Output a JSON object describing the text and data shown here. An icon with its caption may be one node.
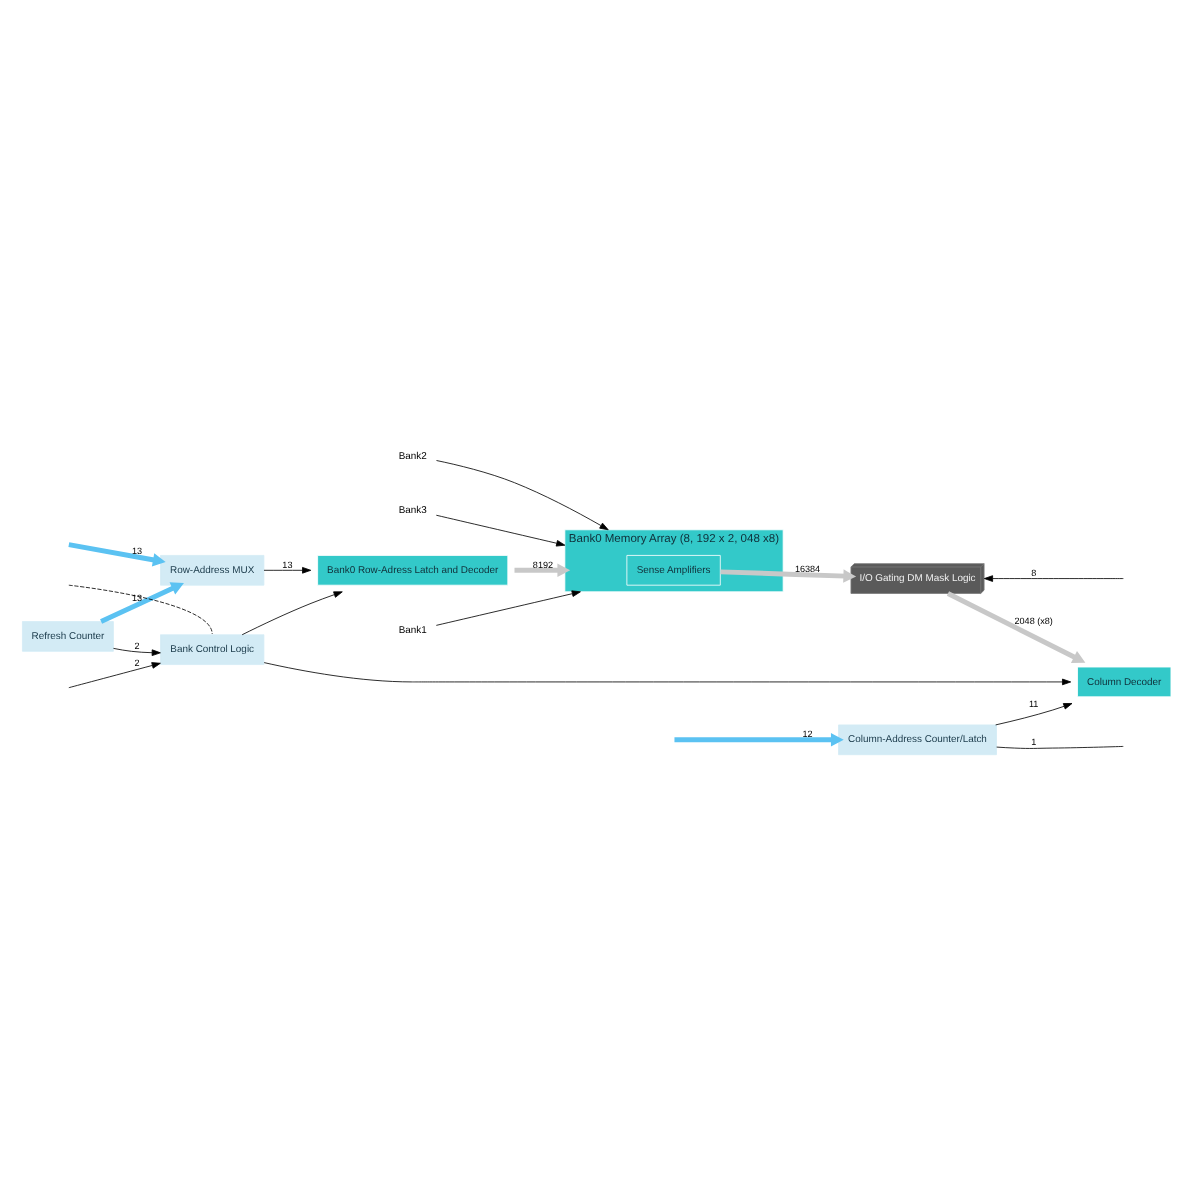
{
  "diagram": {
    "nodes": [
      {
        "text": [
          "Refresh Counter"
        ]
      },
      {
        "text": [
          "Row-Address MUX"
        ]
      },
      {
        "text": [
          "Bank0 Row-Adress Latch and Decoder"
        ]
      },
      {
        "text": [
          "Bank0 Memory Array (8, 192 x 2, 048 x8)"
        ]
      },
      {
        "text": [
          "Sense Amplifiers"
        ],
        "in": 3
      },
      {
        "text": [
          "I/O Gating DM Mask Logic"
        ]
      },
      {
        "text": [
          "Bank Control Logic"
        ]
      },
      {
        "text": [
          "Column Decoder"
        ]
      },
      {
        "text": [
          "Column-Address Counter/Latch"
        ]
      },
      {
        "text": [
          "Bank1"
        ]
      },
      {
        "text": [
          "Bank2"
        ]
      },
      {
        "text": [
          "Bank3"
        ]
      }
    ],
    "edges": [
      {
        "from": 0,
        "to": 1,
        "label": "13",
        "arrow": "to",
        "style": "thick",
        "color": "#5bc2f2"
      },
      {
        "from": null,
        "to": 1,
        "label": "13",
        "arrow": "to",
        "style": "thick",
        "color": "#5bc2f2"
      },
      {
        "from": 1,
        "to": 2,
        "label": "13",
        "arrow": "to"
      },
      {
        "from": 0,
        "to": 6,
        "label": "2",
        "arrow": "to"
      },
      {
        "from": 6,
        "to": 2,
        "arrow": "to"
      },
      {
        "from": 2,
        "to": 3,
        "label": "8192",
        "arrow": "to",
        "style": "thick",
        "color": "#c8c8c8"
      },
      {
        "from": 4,
        "to": 5,
        "label": "16384",
        "arrow": "to",
        "style": "thick",
        "color": "#c8c8c8"
      },
      {
        "from": null,
        "to": 5,
        "label": "8",
        "arrow": "to"
      },
      {
        "from": 5,
        "to": 7,
        "label": "2048 (x8)",
        "arrow": "to",
        "style": "thick",
        "color": "#c8c8c8"
      },
      {
        "from": 6,
        "to": 7,
        "arrow": "to"
      },
      {
        "from": null,
        "to": 6,
        "arrow": "none",
        "style": "dashed"
      },
      {
        "from": null,
        "to": 6,
        "label": "2",
        "arrow": "to"
      },
      {
        "from": null,
        "to": 8,
        "label": "12",
        "arrow": "to",
        "style": "thick",
        "color": "#5bc2f2"
      },
      {
        "from": 8,
        "to": 7,
        "label": "11",
        "arrow": "to"
      },
      {
        "from": 8,
        "to": null,
        "label": "1",
        "arrow": "none"
      },
      {
        "from": 9,
        "to": 3,
        "arrow": "to"
      },
      {
        "from": 10,
        "to": 3,
        "arrow": "to"
      },
      {
        "from": 11,
        "to": 3,
        "arrow": "to"
      }
    ]
  }
}
